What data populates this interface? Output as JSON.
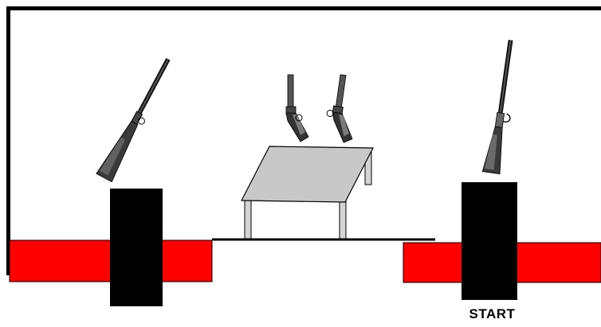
{
  "diagram": {
    "start_label": "START",
    "colors": {
      "barrier": "#ff0000",
      "barrel": "#000000",
      "table_top": "#c8c8c8",
      "table_legs": "#d4d4d4",
      "outline": "#000000",
      "background": "#ffffff"
    },
    "props": [
      {
        "name": "shotgun-on-left-barrel",
        "icon": "shotgun-icon"
      },
      {
        "name": "handgun-left-above-table",
        "icon": "handgun-icon"
      },
      {
        "name": "handgun-right-above-table",
        "icon": "handgun-icon"
      },
      {
        "name": "rifle-on-right-barrel",
        "icon": "rifle-icon"
      }
    ]
  }
}
